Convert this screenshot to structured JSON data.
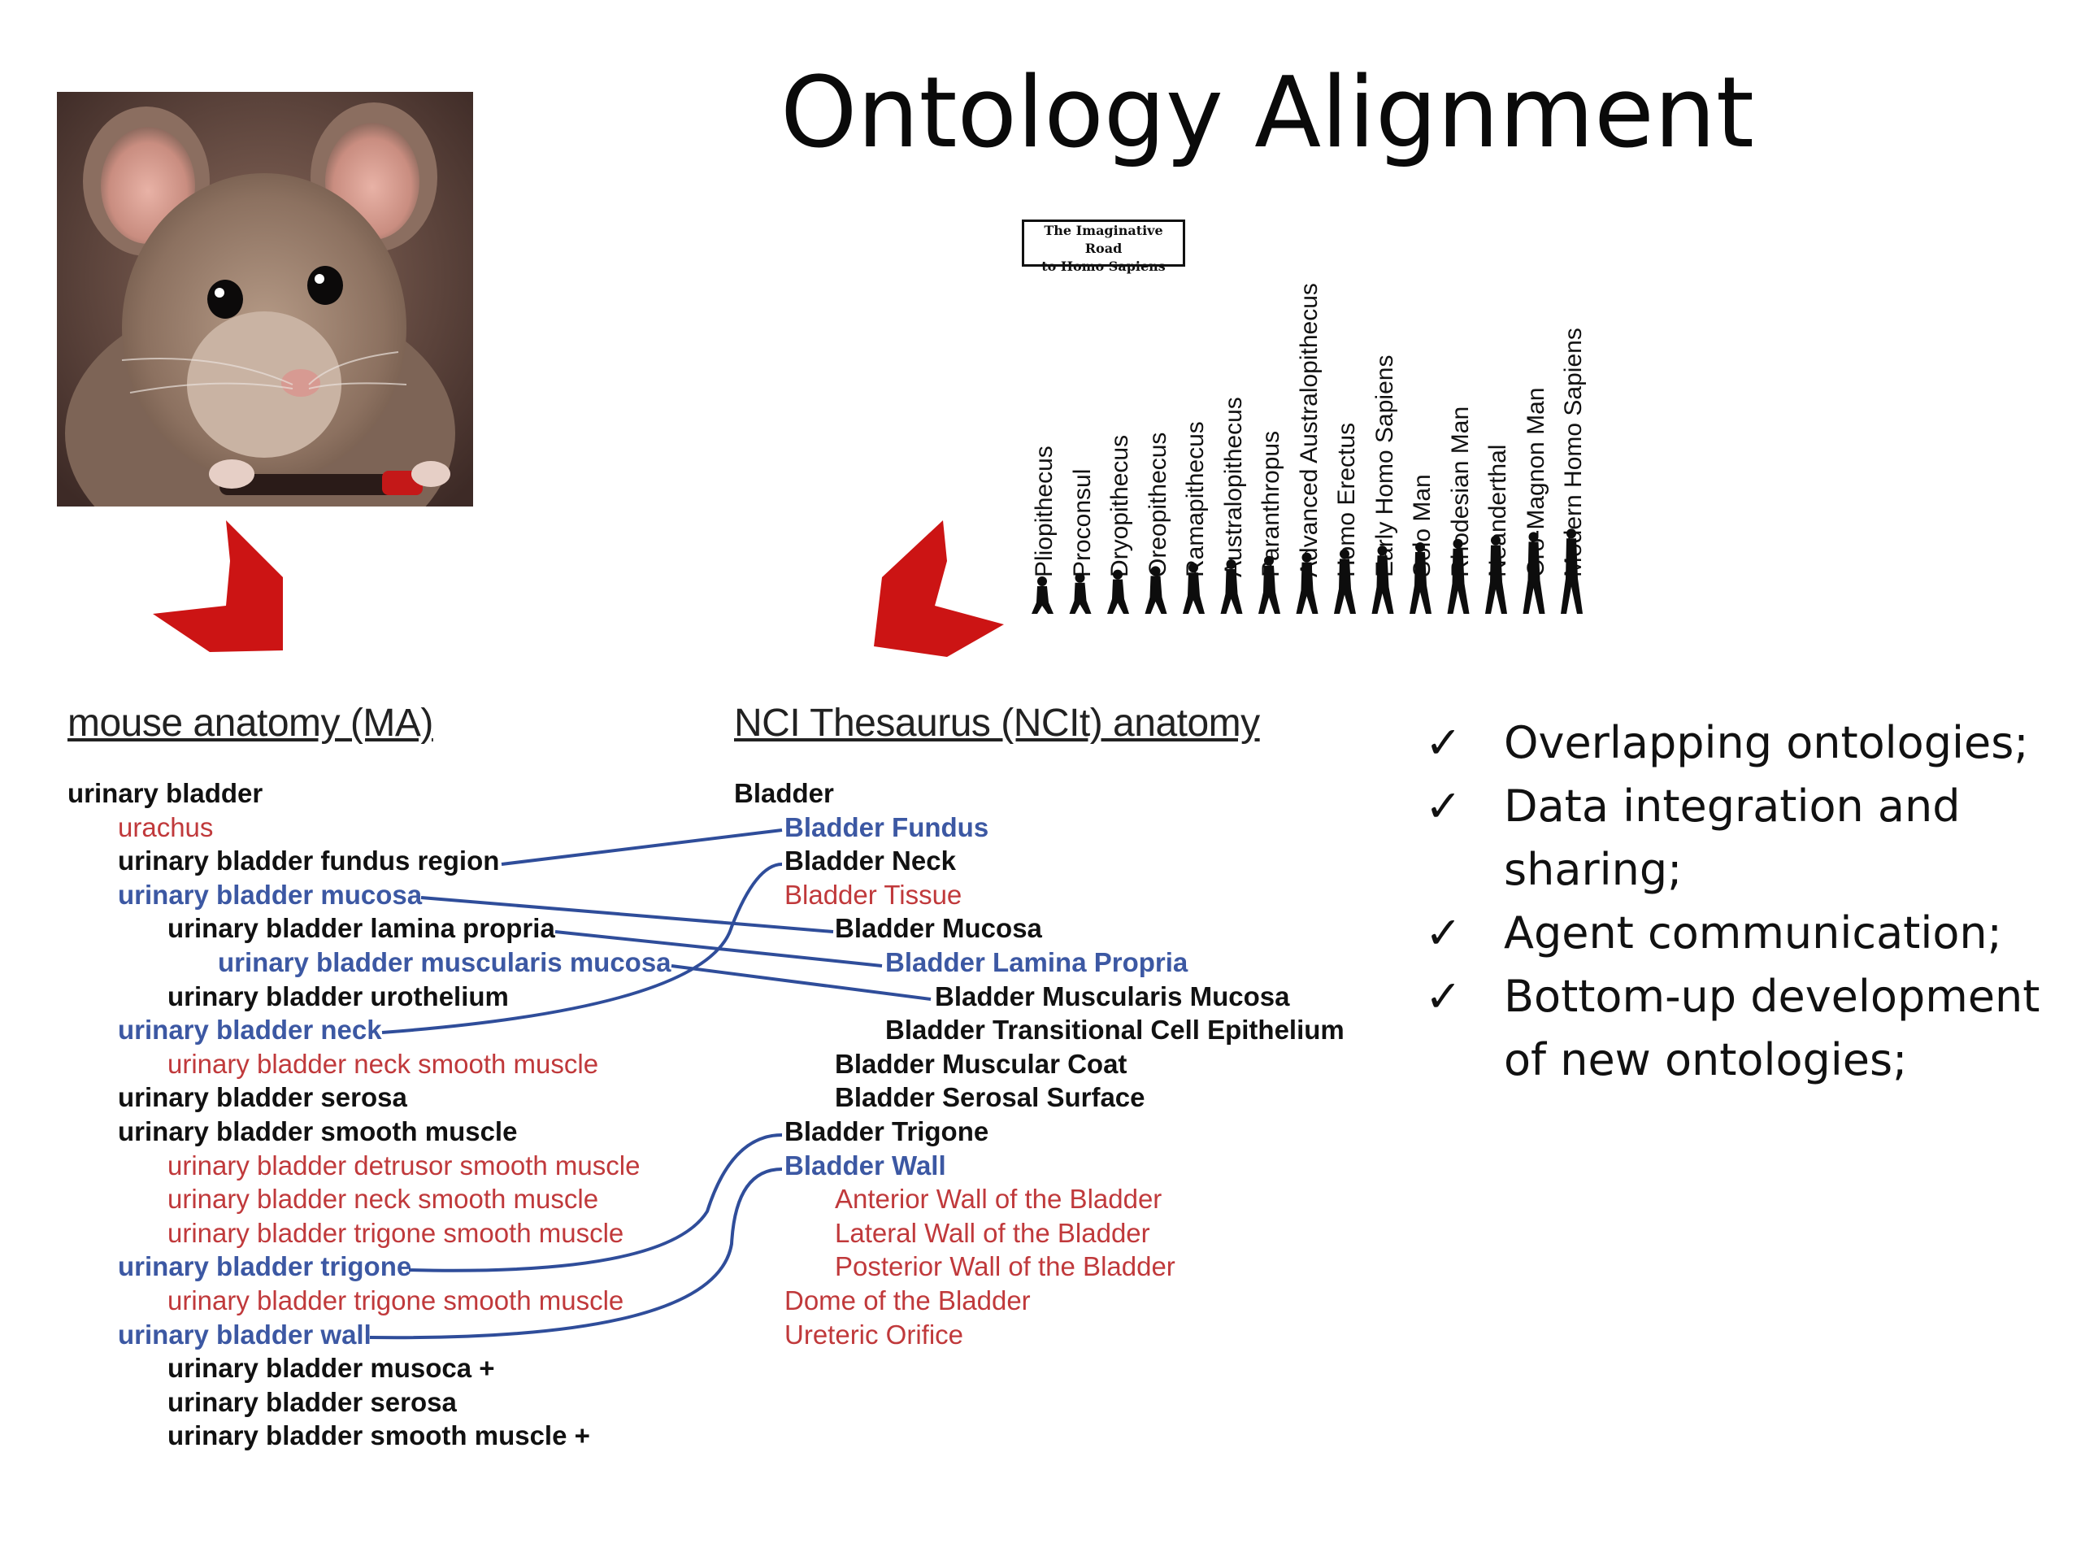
{
  "title": "Ontology Alignment",
  "evolution_image": {
    "box_title_line1": "The Imaginative Road",
    "box_title_line2": "to Homo Sapiens",
    "names": [
      "Pliopithecus",
      "Proconsul",
      "Dryopithecus",
      "Oreopithecus",
      "Ramapithecus",
      "Australopithecus",
      "Paranthropus",
      "Advanced Australopithecus",
      "Homo Erectus",
      "Early Homo Sapiens",
      "Solo Man",
      "Rhodesian Man",
      "Neanderthal",
      "Cro-Magnon Man",
      "Modern Homo Sapiens"
    ]
  },
  "ma": {
    "heading": "mouse anatomy (MA)",
    "terms": [
      {
        "text": "urinary bladder",
        "color": "black"
      },
      {
        "text": "urachus",
        "color": "red"
      },
      {
        "text": "urinary bladder fundus region",
        "color": "black"
      },
      {
        "text": "urinary bladder mucosa",
        "color": "blue"
      },
      {
        "text": "urinary bladder lamina propria",
        "color": "black"
      },
      {
        "text": "urinary bladder muscularis mucosa",
        "color": "blue"
      },
      {
        "text": "urinary bladder urothelium",
        "color": "black"
      },
      {
        "text": "urinary bladder neck",
        "color": "blue"
      },
      {
        "text": "urinary bladder neck smooth muscle",
        "color": "red"
      },
      {
        "text": "urinary bladder serosa",
        "color": "black"
      },
      {
        "text": "urinary bladder smooth muscle",
        "color": "black"
      },
      {
        "text": "urinary bladder detrusor smooth muscle",
        "color": "red"
      },
      {
        "text": "urinary bladder neck smooth muscle",
        "color": "red"
      },
      {
        "text": "urinary bladder trigone smooth muscle",
        "color": "red"
      },
      {
        "text": "urinary bladder trigone",
        "color": "blue"
      },
      {
        "text": "urinary bladder trigone smooth muscle",
        "color": "red"
      },
      {
        "text": "urinary bladder wall",
        "color": "blue"
      },
      {
        "text": "urinary bladder musoca +",
        "color": "black"
      },
      {
        "text": "urinary bladder serosa",
        "color": "black"
      },
      {
        "text": "urinary bladder smooth muscle +",
        "color": "black"
      }
    ]
  },
  "ncit": {
    "heading": "NCI Thesaurus (NCIt) anatomy",
    "terms": [
      {
        "text": "Bladder",
        "color": "black"
      },
      {
        "text": "Bladder Fundus",
        "color": "blue"
      },
      {
        "text": "Bladder Neck",
        "color": "black"
      },
      {
        "text": "Bladder Tissue",
        "color": "red"
      },
      {
        "text": "Bladder Mucosa",
        "color": "black"
      },
      {
        "text": "Bladder Lamina Propria",
        "color": "blue"
      },
      {
        "text": "Bladder Muscularis Mucosa",
        "color": "black"
      },
      {
        "text": "Bladder Transitional Cell Epithelium",
        "color": "black"
      },
      {
        "text": "Bladder Muscular Coat",
        "color": "black"
      },
      {
        "text": "Bladder Serosal Surface",
        "color": "black"
      },
      {
        "text": "Bladder Trigone",
        "color": "black"
      },
      {
        "text": "Bladder Wall",
        "color": "blue"
      },
      {
        "text": "Anterior Wall of the Bladder",
        "color": "red"
      },
      {
        "text": "Lateral Wall of the Bladder",
        "color": "red"
      },
      {
        "text": "Posterior Wall of the Bladder",
        "color": "red"
      },
      {
        "text": "Dome of the Bladder",
        "color": "red"
      },
      {
        "text": "Ureteric Orifice",
        "color": "red"
      }
    ]
  },
  "checklist": [
    "Overlapping ontologies;",
    "Data integration and sharing;",
    "Agent communication;",
    "Bottom-up development of new ontologies;"
  ],
  "colors": {
    "mapping_line": "#2f4d9a",
    "arrow": "#cc1414",
    "term_black": "#111111",
    "term_blue": "#3c58a3",
    "term_red": "#c0393b"
  }
}
